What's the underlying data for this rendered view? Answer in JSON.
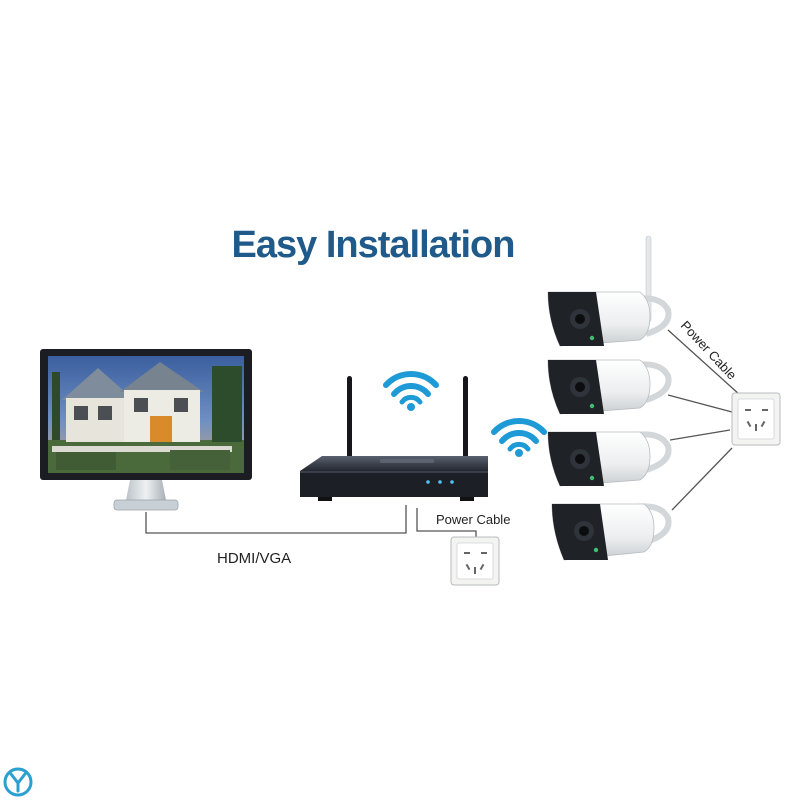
{
  "title": "Easy Installation",
  "labels": {
    "hdmi_vga": "HDMI/VGA",
    "power_cable_nvr": "Power Cable",
    "power_cable_cameras": "Power Cable"
  },
  "colors": {
    "title": "#1f5a8a",
    "wifi": "#1e9ad6",
    "cable": "#555555",
    "logo": "#2a9fd0"
  },
  "icons": {
    "monitor": "monitor-icon",
    "nvr": "nvr-recorder-icon",
    "wifi": "wifi-icon",
    "camera": "bullet-camera-icon",
    "outlet": "power-outlet-icon",
    "logo": "brand-logo-icon"
  }
}
